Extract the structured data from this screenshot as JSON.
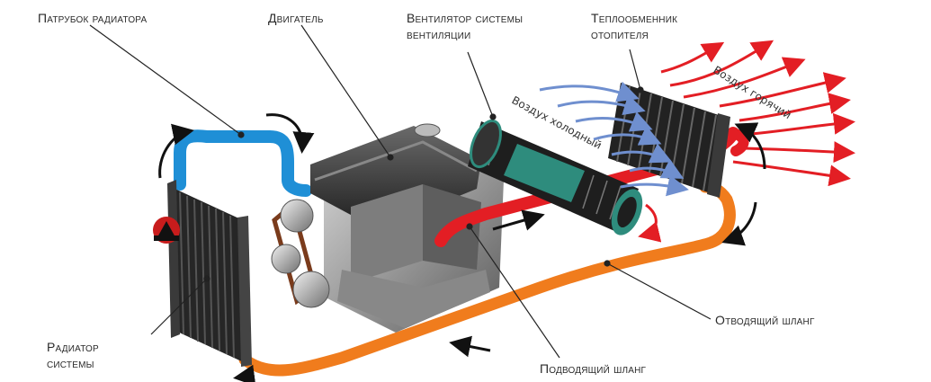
{
  "labels": {
    "radiator_pipe": "Патрубок радиатора",
    "engine": "Двигатель",
    "fan_line1": "Вентилятор системы",
    "fan_line2": "вентиляции",
    "heater_line1": "Теплообменник",
    "heater_line2": "отопителя",
    "radiator_line1": "Радиатор",
    "radiator_line2": "системы",
    "return_hose": "Отводящий шланг",
    "supply_hose": "Подводящий шланг",
    "air_cold": "Воздух холодный",
    "air_hot": "Воздух горячий"
  },
  "colors": {
    "hot": "#e31e24",
    "warm": "#f07c1d",
    "cool": "#1f8fd6",
    "cold_air": "#6f8fcf",
    "fan_teal": "#2e8c7d",
    "metal_dark": "#2b2b2b",
    "metal_light": "#bfbfbf"
  },
  "icons": {
    "logo": "warning-triangle-logo"
  }
}
